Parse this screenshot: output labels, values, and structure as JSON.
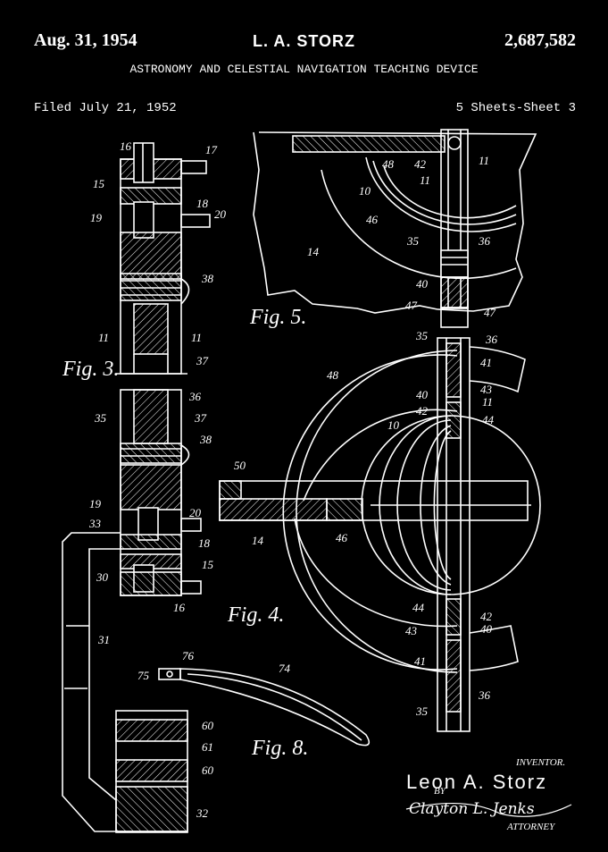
{
  "header": {
    "date": "Aug. 31, 1954",
    "inventor": "L. A. STORZ",
    "patent_number": "2,687,582",
    "title": "ASTRONOMY AND CELESTIAL NAVIGATION TEACHING DEVICE",
    "filed": "Filed July 21, 1952",
    "sheets": "5 Sheets-Sheet 3"
  },
  "figures": {
    "fig3": "Fig. 3.",
    "fig4": "Fig. 4.",
    "fig5": "Fig. 5.",
    "fig8": "Fig. 8."
  },
  "signature": {
    "inventor_label": "INVENTOR.",
    "inventor_name": "Leon A. Storz",
    "by": "BY",
    "attorney_name": "Clayton L. Jenks",
    "attorney_label": "ATTORNEY"
  },
  "labels": {
    "n10": "10",
    "n11": "11",
    "n14": "14",
    "n15": "15",
    "n16": "16",
    "n17": "17",
    "n18": "18",
    "n19": "19",
    "n20": "20",
    "n30": "30",
    "n31": "31",
    "n32": "32",
    "n33": "33",
    "n35": "35",
    "n36": "36",
    "n37": "37",
    "n38": "38",
    "n40": "40",
    "n41": "41",
    "n42": "42",
    "n43": "43",
    "n44": "44",
    "n46": "46",
    "n47": "47",
    "n48": "48",
    "n50": "50",
    "n60": "60",
    "n61": "61",
    "n74": "74",
    "n75": "75",
    "n76": "76"
  }
}
